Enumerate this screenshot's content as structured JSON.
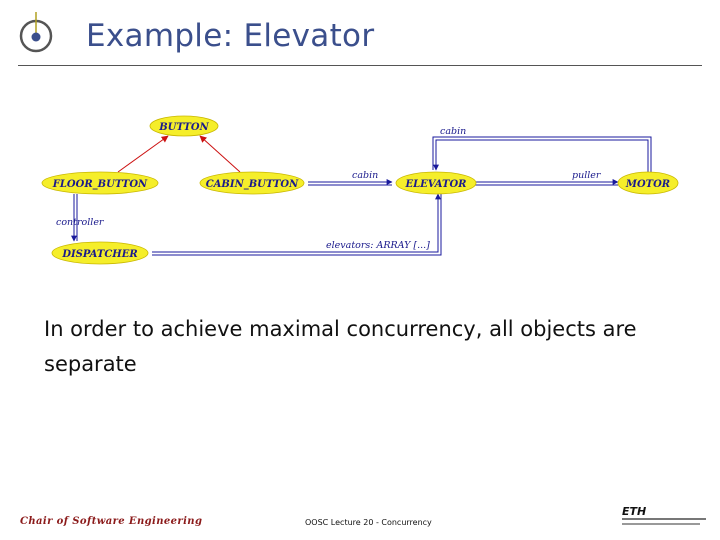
{
  "slide": {
    "title": "Example: Elevator",
    "body": "In order to achieve maximal concurrency, all objects are separate"
  },
  "diagram": {
    "nodes": {
      "button": "BUTTON",
      "floor_button": "FLOOR_BUTTON",
      "cabin_button": "CABIN_BUTTON",
      "elevator": "ELEVATOR",
      "motor": "MOTOR",
      "dispatcher": "DISPATCHER"
    },
    "edge_labels": {
      "cabin_top": "cabin",
      "cabin_mid": "cabin",
      "puller": "puller",
      "controller": "controller",
      "elevators": "elevators: ARRAY [...]"
    },
    "colors": {
      "node_fill": "#f5ee2a",
      "client_arrow": "#1a1a9c",
      "inherit_arrow": "#cc1111"
    }
  },
  "footer": {
    "left": "Chair of Software Engineering",
    "center": "OOSC  Lecture 20 - Concurrency",
    "logo": "ETH"
  }
}
